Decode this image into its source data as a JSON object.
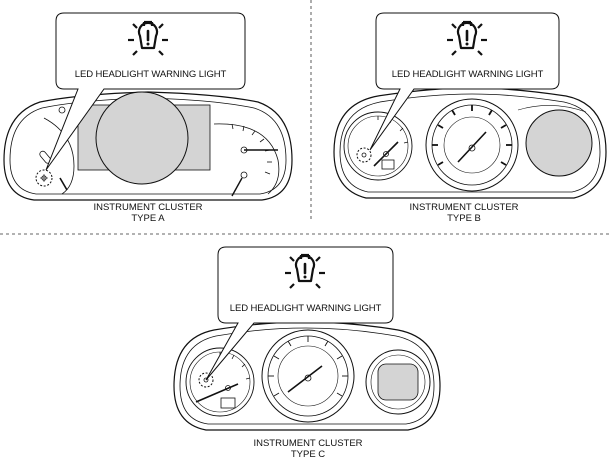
{
  "callout_label": "LED HEADLIGHT WARNING LIGHT",
  "icon": "led-headlight-warning-icon",
  "clusters": [
    {
      "line1": "INSTRUMENT CLUSTER",
      "line2": "TYPE A"
    },
    {
      "line1": "INSTRUMENT CLUSTER",
      "line2": "TYPE B"
    },
    {
      "line1": "INSTRUMENT CLUSTER",
      "line2": "TYPE C"
    }
  ],
  "colors": {
    "line": "#111111",
    "shade": "#d4d4d4"
  }
}
